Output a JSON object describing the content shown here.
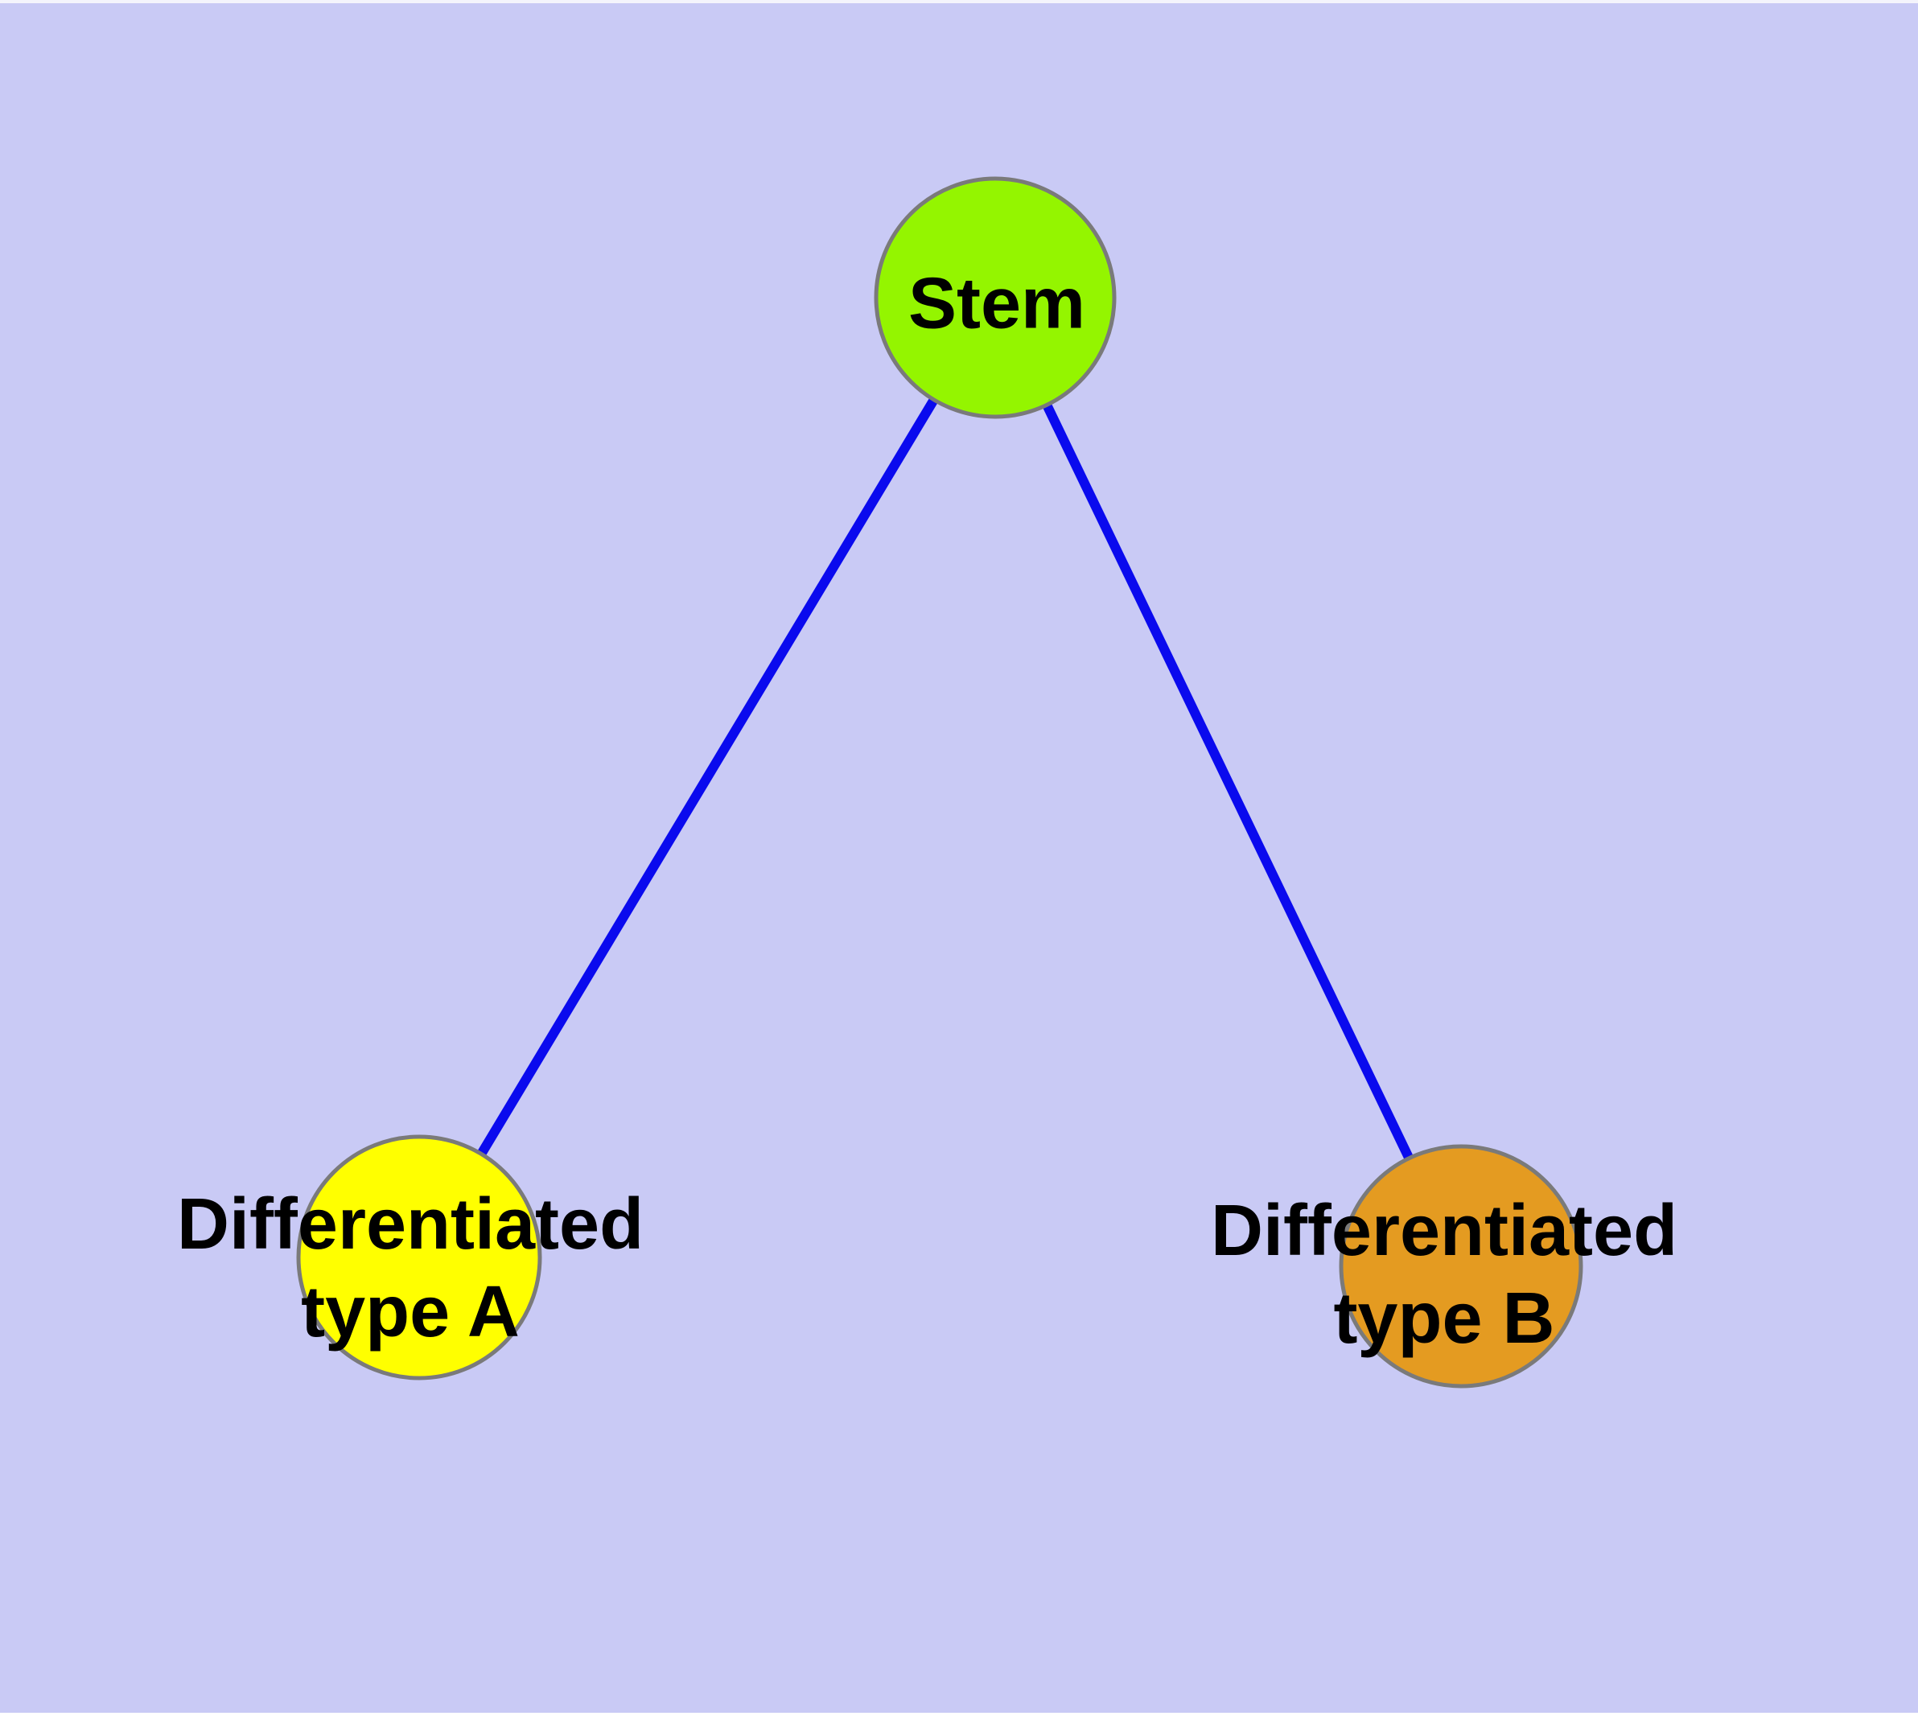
{
  "diagram": {
    "type": "node-link-graph",
    "background_color": "#C9CAF5",
    "edge_color": "#0A0AEE",
    "node_border_color": "#7A7A7A",
    "nodes": [
      {
        "id": "stem",
        "label": "Stem",
        "fill": "#94F500",
        "shape": "circle"
      },
      {
        "id": "differentiated-type-a",
        "label_line1": "Differentiated",
        "label_line2": "type A",
        "fill": "#FFFF00",
        "shape": "circle"
      },
      {
        "id": "differentiated-type-b",
        "label_line1": "Differentiated",
        "label_line2": "type B",
        "fill": "#E49B21",
        "shape": "circle"
      }
    ],
    "edges": [
      {
        "from": "stem",
        "to": "differentiated-type-a"
      },
      {
        "from": "stem",
        "to": "differentiated-type-b"
      }
    ]
  }
}
